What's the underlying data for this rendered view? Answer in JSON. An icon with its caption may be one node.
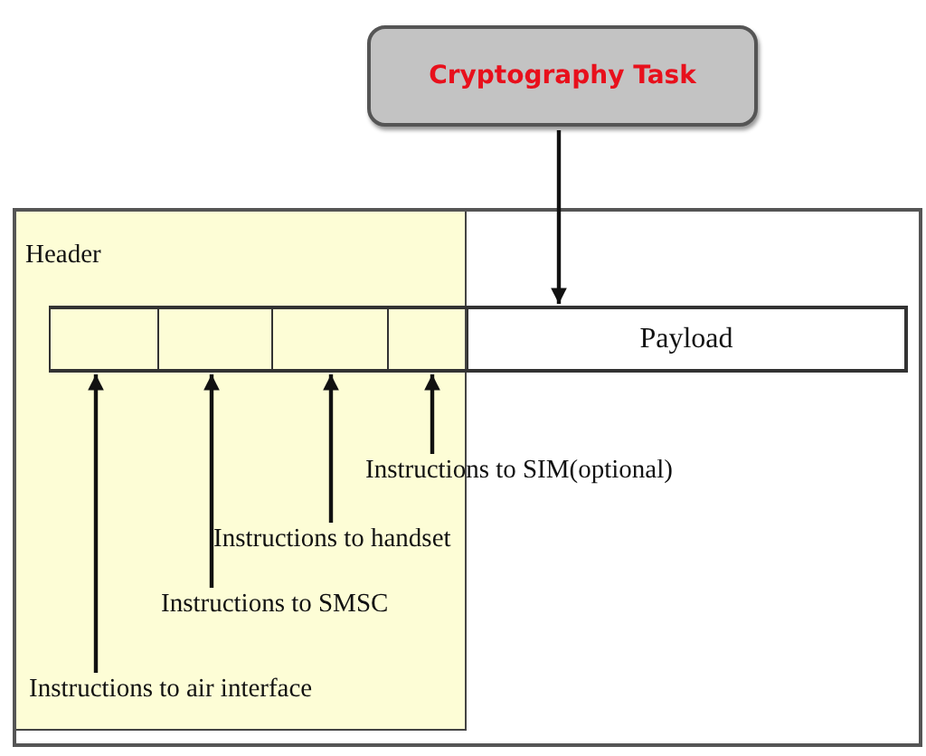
{
  "diagram": {
    "nodes": [
      {
        "text": [
          "Cryptography Task"
        ]
      },
      {
        "text": [],
        "shape": "box"
      },
      {
        "text": [
          "Header"
        ],
        "in": 1
      },
      {
        "text": [],
        "shape": "box",
        "in": 2
      },
      {
        "text": [],
        "shape": "box",
        "in": 2
      },
      {
        "text": [],
        "shape": "box",
        "in": 2
      },
      {
        "text": [],
        "shape": "box",
        "in": 2
      },
      {
        "text": [
          "Payload"
        ],
        "in": 1
      },
      {
        "text": [
          "Instructions to SIM(optional)"
        ],
        "in": 1
      },
      {
        "text": [
          "Instructions to handset"
        ],
        "in": 2
      },
      {
        "text": [
          "Instructions to SMSC"
        ],
        "in": 2
      },
      {
        "text": [
          "Instructions to air interface"
        ],
        "in": 2
      }
    ],
    "edges": [
      {
        "from": 0,
        "to": 7,
        "arrow": "to"
      },
      {
        "from": 11,
        "to": 3,
        "arrow": "to"
      },
      {
        "from": 10,
        "to": 4,
        "arrow": "to"
      },
      {
        "from": 9,
        "to": 5,
        "arrow": "to"
      },
      {
        "from": 8,
        "to": 6,
        "arrow": "to"
      }
    ]
  }
}
